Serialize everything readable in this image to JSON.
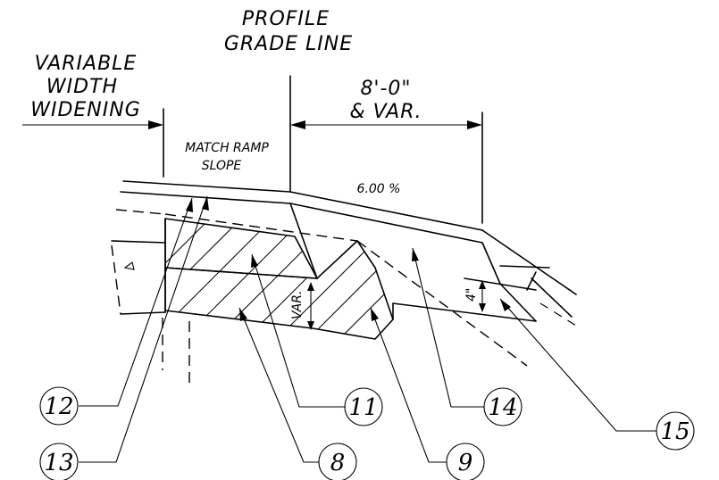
{
  "labels": {
    "profile_grade_line": [
      "PROFILE",
      "GRADE LINE"
    ],
    "variable_width": [
      "VARIABLE",
      "WIDTH",
      "WIDENING"
    ],
    "shoulder_width": [
      "8'-0\"",
      "& VAR."
    ],
    "match_ramp": [
      "MATCH RAMP",
      "SLOPE"
    ],
    "slope": "6.00 %",
    "var": "VAR.",
    "depth": "4\""
  },
  "callouts": [
    "12",
    "13",
    "11",
    "8",
    "14",
    "9",
    "15"
  ]
}
